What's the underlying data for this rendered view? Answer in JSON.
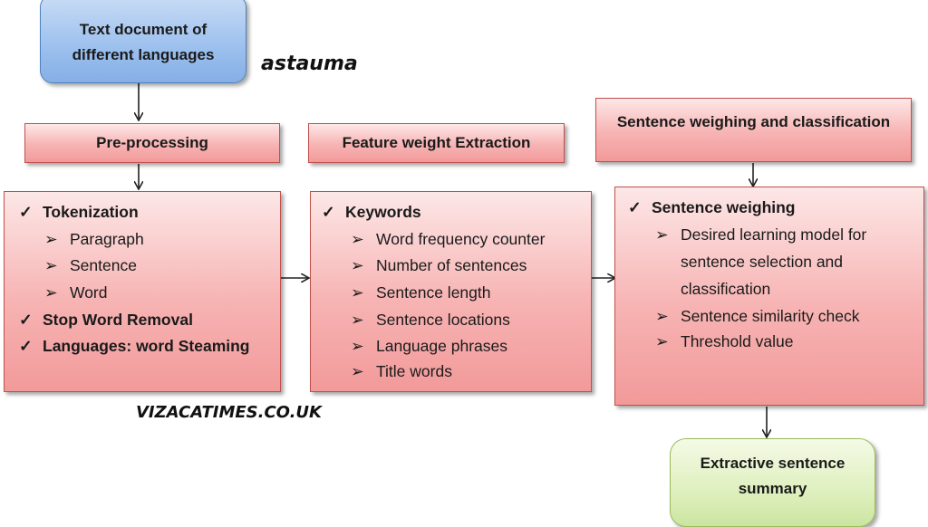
{
  "input_box": {
    "line1": "Text document of",
    "line2": "different languages"
  },
  "headers": {
    "preprocessing": "Pre-processing",
    "feature": "Feature weight Extraction",
    "sentence": "Sentence weighing and classification"
  },
  "preprocessing": {
    "tokenization": "Tokenization",
    "paragraph": "Paragraph",
    "sentence": "Sentence",
    "word": "Word",
    "stop_word": "Stop Word Removal",
    "languages": "Languages: word Steaming"
  },
  "feature": {
    "keywords": "Keywords",
    "items": [
      "Word frequency counter",
      "Number of sentences",
      "Sentence length",
      "Sentence locations",
      "Language phrases",
      "Title words"
    ]
  },
  "sentence_box": {
    "title": "Sentence weighing",
    "item1_l1": "Desired learning model for",
    "item1_l2": "sentence selection and",
    "item1_l3": "classification",
    "item2": "Sentence similarity check",
    "item3": "Threshold value"
  },
  "output_box": {
    "line1": "Extractive sentence",
    "line2": "summary"
  },
  "watermarks": {
    "astauma": "astauma",
    "vizacatimes": "VIZACATIMES.CO.UK"
  },
  "markers": {
    "check": "✓",
    "arrow": "➢"
  },
  "colors": {
    "pink": "#f7b3b3",
    "pink_border": "#c0504d",
    "blue": "#9cc0ee",
    "green": "#dff0bf"
  }
}
